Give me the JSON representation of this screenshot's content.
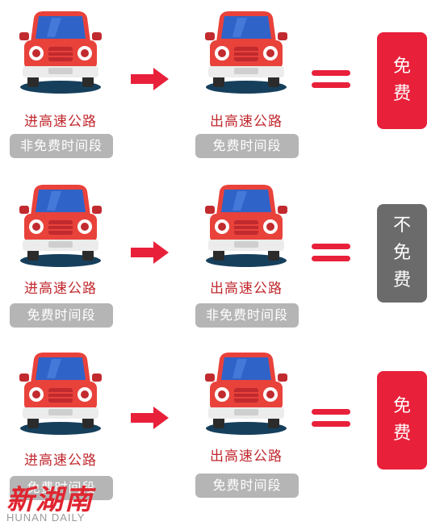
{
  "rows": [
    {
      "enter_caption": "进高速公路",
      "enter_period": "非免费时间段",
      "exit_caption": "出高速公路",
      "exit_period": "免费时间段",
      "result_lines": [
        "免",
        "费"
      ],
      "result_color": "#e8203a"
    },
    {
      "enter_caption": "进高速公路",
      "enter_period": "免费时间段",
      "exit_caption": "出高速公路",
      "exit_period": "非免费时间段",
      "result_lines": [
        "不",
        "免",
        "费"
      ],
      "result_color": "#6b6b6b"
    },
    {
      "enter_caption": "进高速公路",
      "enter_period": "免费时间段",
      "exit_caption": "出高速公路",
      "exit_period": "免费时间段",
      "result_lines": [
        "免",
        "费"
      ],
      "result_color": "#e8203a"
    }
  ],
  "colors": {
    "car_body": "#e8423b",
    "car_dark": "#c12a2e",
    "windshield": "#2f63c8",
    "arrow": "#e8203a",
    "tag_bg": "#b5b5b5",
    "shadow": "#163f5c"
  },
  "icons": [
    "car-front-icon",
    "right-arrow-icon",
    "equals-icon"
  ],
  "watermark": {
    "brand": "新湖南",
    "english": "HUNAN DAILY"
  }
}
